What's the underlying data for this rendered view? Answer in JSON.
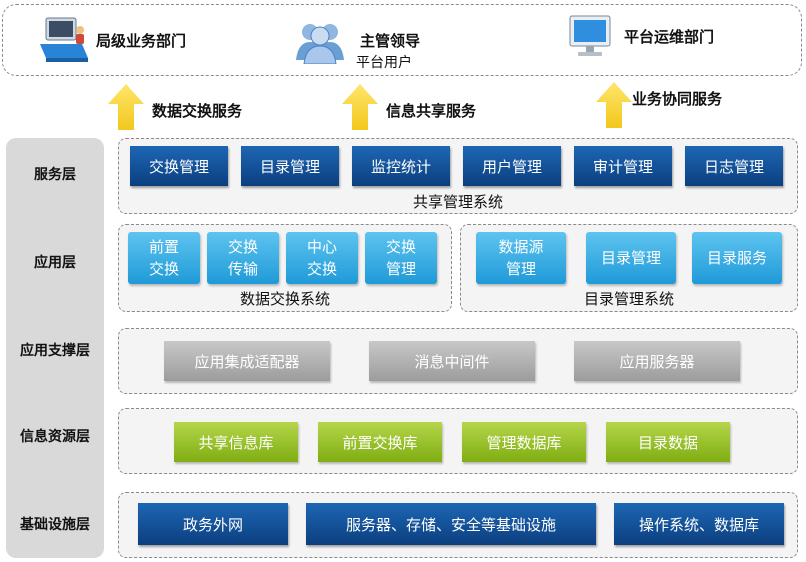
{
  "users": {
    "bureau": {
      "label": "局级业务部门",
      "icon": "computer-user-icon"
    },
    "leader": {
      "label": "主管领导",
      "sub": "平台用户",
      "icon": "user-group-icon"
    },
    "ops": {
      "label": "平台运维部门",
      "icon": "monitor-icon"
    }
  },
  "arrows": [
    {
      "label": "数据交换服务"
    },
    {
      "label": "信息共享服务"
    },
    {
      "label": "业务协同服务"
    }
  ],
  "colors": {
    "dark_blue": "#0c3f7f",
    "light_blue": "#1f9ad8",
    "gray": "#9c9c9c",
    "green": "#7fae12",
    "arrow": "#f2c81c"
  },
  "layers": {
    "service": {
      "label": "服务层",
      "boxes": [
        "交换管理",
        "目录管理",
        "监控统计",
        "用户管理",
        "审计管理",
        "日志管理"
      ],
      "system": "共享管理系统"
    },
    "application": {
      "label": "应用层",
      "exchange": {
        "boxes": [
          "前置\n交换",
          "交换\n传输",
          "中心\n交换",
          "交换\n管理"
        ],
        "system": "数据交换系统"
      },
      "catalog": {
        "boxes": [
          "数据源\n管理",
          "目录管理",
          "目录服务"
        ],
        "system": "目录管理系统"
      }
    },
    "support": {
      "label": "应用支撑层",
      "boxes": [
        "应用集成适配器",
        "消息中间件",
        "应用服务器"
      ]
    },
    "resource": {
      "label": "信息资源层",
      "boxes": [
        "共享信息库",
        "前置交换库",
        "管理数据库",
        "目录数据"
      ]
    },
    "infra": {
      "label": "基础设施层",
      "boxes": [
        "政务外网",
        "服务器、存储、安全等基础设施",
        "操作系统、数据库"
      ]
    }
  }
}
